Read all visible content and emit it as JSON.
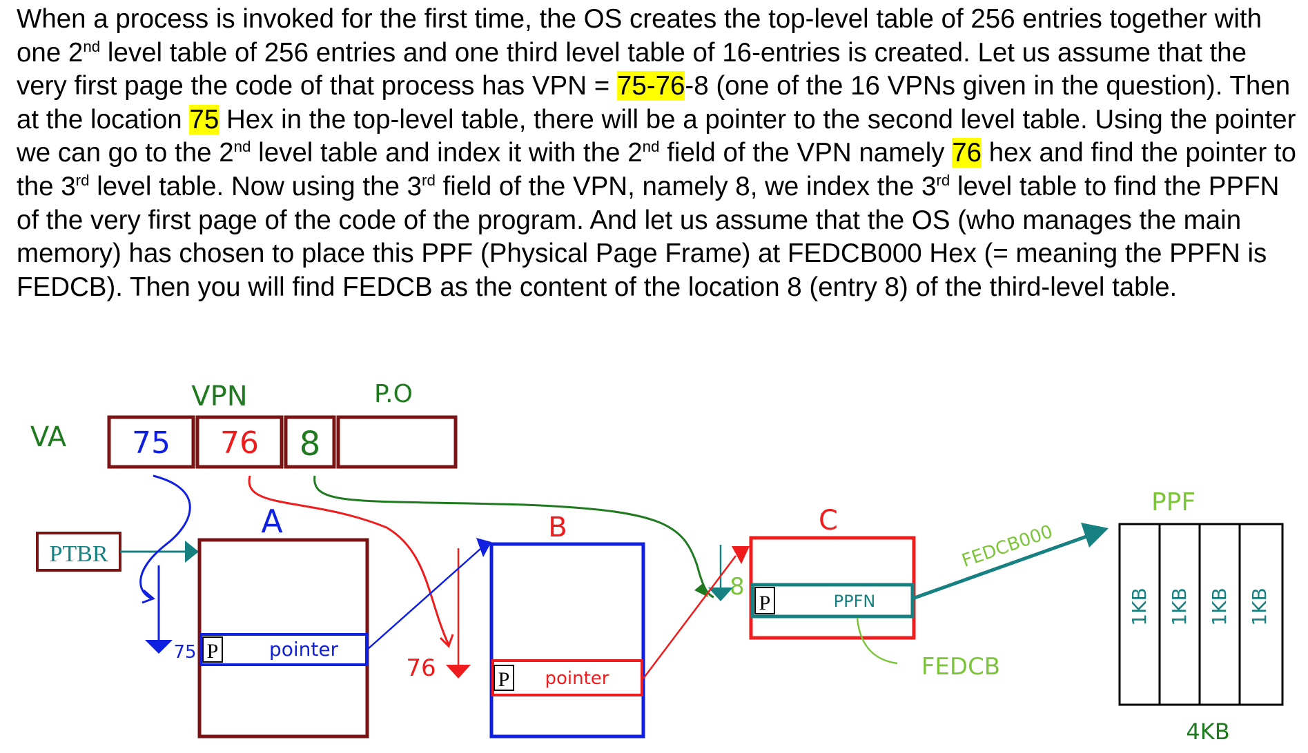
{
  "paragraph": {
    "s01": "When a process is invoked for the first time, the OS creates the top-level table of 256 entries together with one 2",
    "sup1": "nd",
    "s02": " level table of 256 entries and one third level table of 16-entries is created.  Let us assume that the very first page the code of that process has VPN = ",
    "hl1": "75-76",
    "s03": "-8 (one of the 16 VPNs given in the question). Then at the location ",
    "hl2": "75",
    "s04": " Hex in the top-level table, there will be a pointer to the second level table. Using the pointer we can go to the 2",
    "sup2": "nd",
    "s05": " level table and index it with the 2",
    "sup3": "nd",
    "s06": " field of the VPN namely ",
    "hl3": "76",
    "s07": " hex and find the pointer to the 3",
    "sup4": "rd",
    "s08": " level table. Now using the 3",
    "sup5": "rd",
    "s09": " field of the VPN, namely 8, we index the 3",
    "sup6": "rd",
    "s10": " level table to find the PPFN of the very first page of the code of the program. And let us assume that the OS (who manages the main memory) has chosen to place this PPF (Physical Page Frame) at FEDCB000 Hex (= meaning the PPFN is FEDCB). Then you will find FEDCB as the content of the location 8 (entry 8) of the third-level table."
  },
  "diagram": {
    "vpn_label": "VPN",
    "po_label": "P.O",
    "va_label": "VA",
    "va_field1": "75",
    "va_field2": "76",
    "va_field3": "8",
    "ptbr_label": "PTBR",
    "table_a_label": "A",
    "table_b_label": "B",
    "table_c_label": "C",
    "entry_a_index": "75",
    "entry_a_p": "P",
    "entry_a_text": "pointer",
    "entry_b_index": "76",
    "entry_b_p": "P",
    "entry_b_text": "pointer",
    "entry_c_index": "8",
    "entry_c_p": "P",
    "entry_c_text": "PPFN",
    "ppfn_value": "FEDCB",
    "frame_address": "FEDCB000",
    "ppf_label": "PPF",
    "ppf_slots": [
      "1KB",
      "1KB",
      "1KB",
      "1KB"
    ],
    "ppf_size": "4KB"
  },
  "colors": {
    "darkred": "#7a1414",
    "blue": "#1020e0",
    "red": "#ee1c1c",
    "green": "#1f7a1f",
    "teal": "#178080",
    "lightgreen": "#7cc43a",
    "highlight": "#ffff00"
  }
}
